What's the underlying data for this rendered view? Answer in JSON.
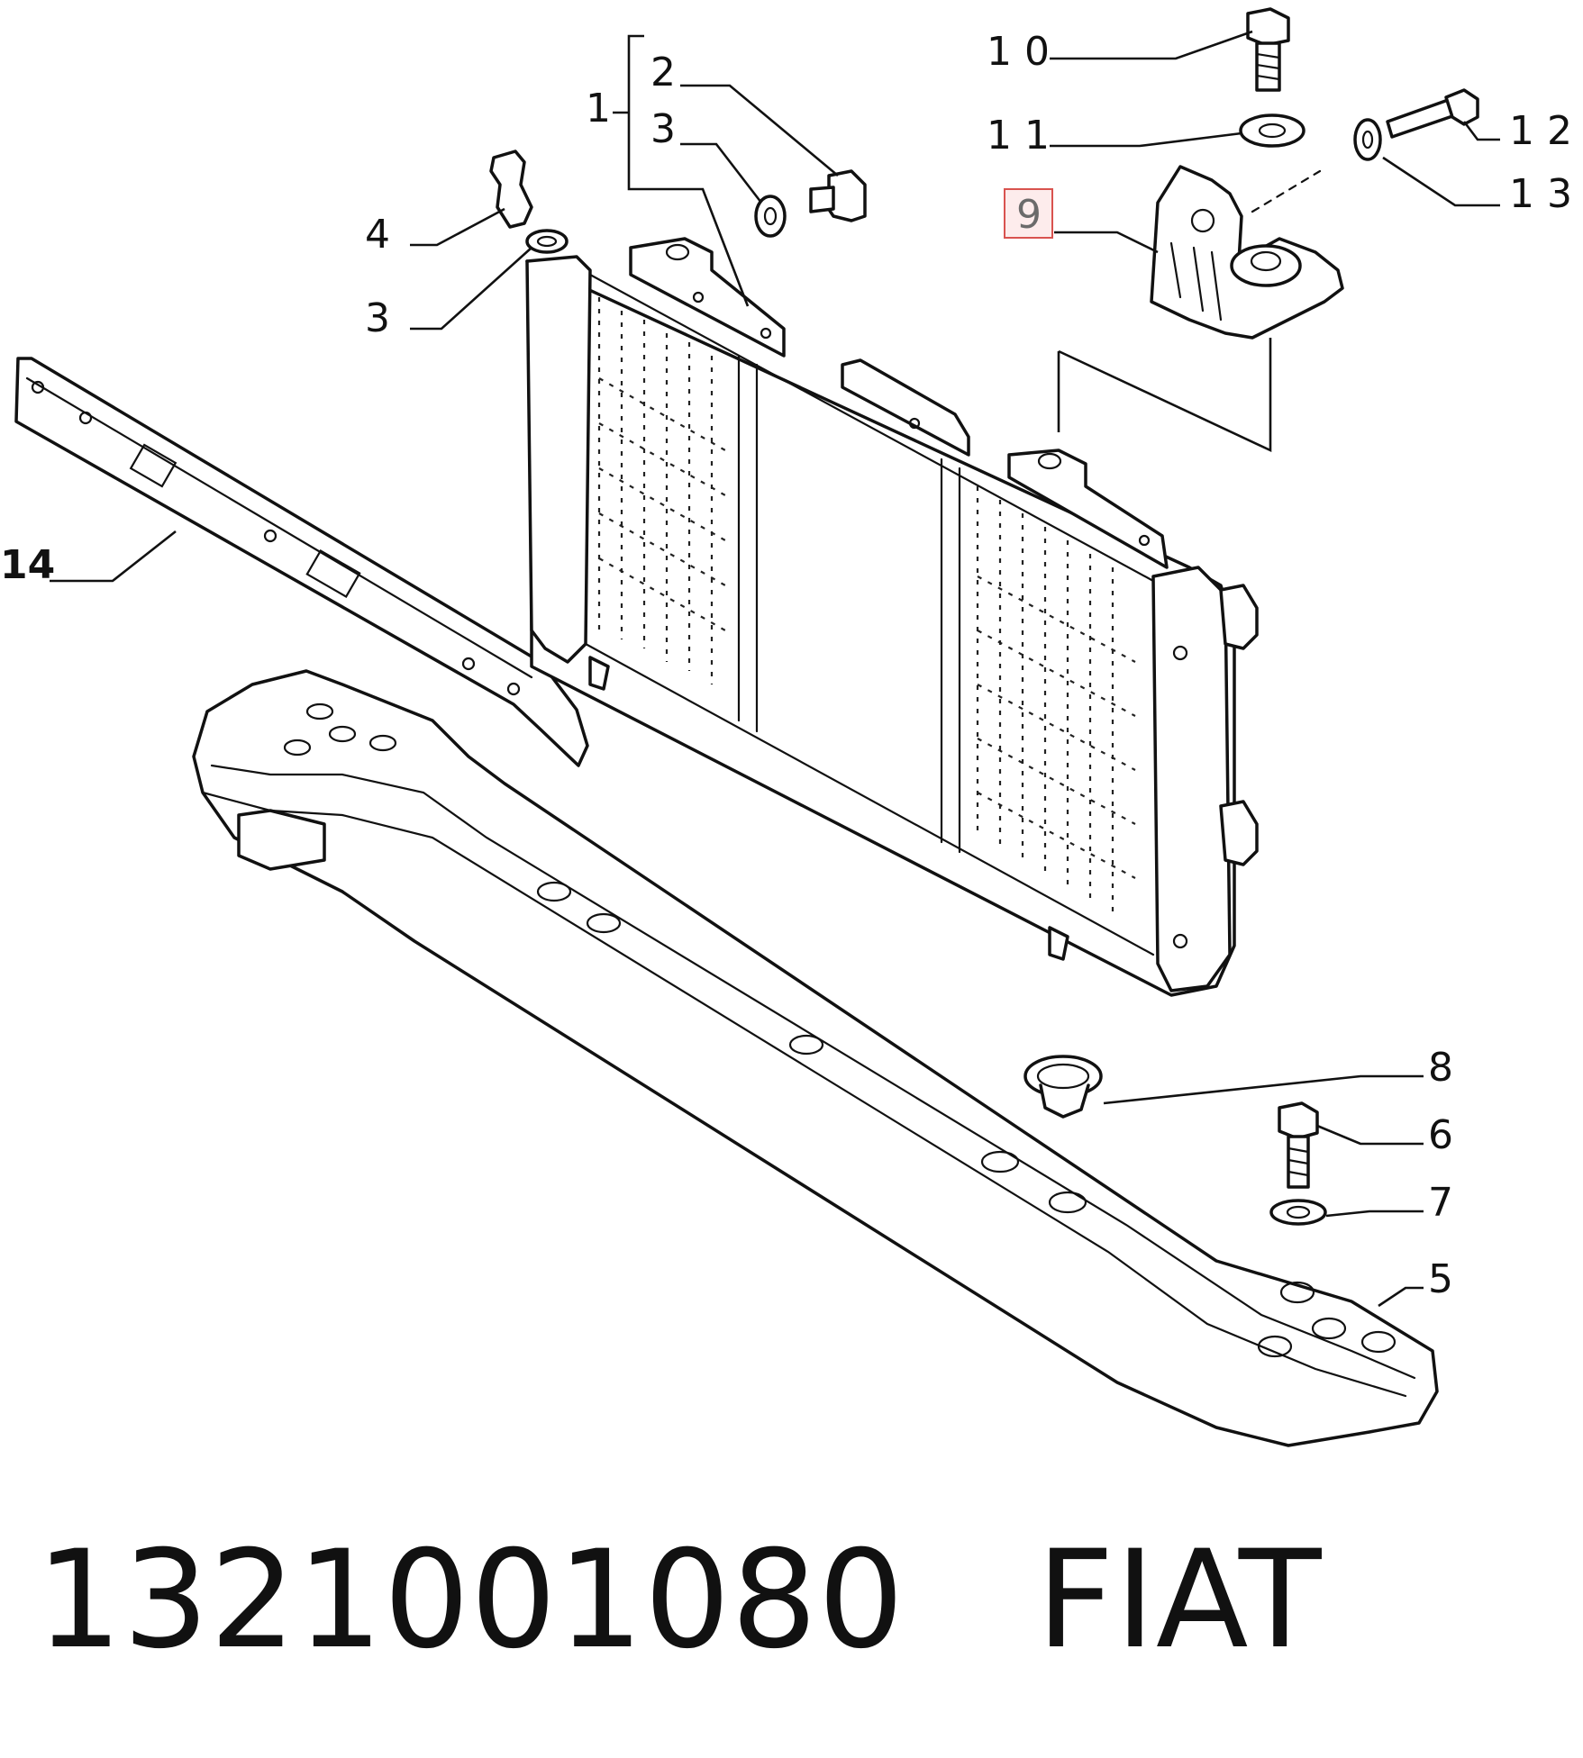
{
  "callouts": {
    "c1": "1",
    "c2": "2",
    "c3a": "3",
    "c4": "4",
    "c3b": "3",
    "c10": "1 0",
    "c11": "1 1",
    "c9": "9",
    "c12": "1 2",
    "c13": "1 3",
    "c14": "14",
    "c8": "8",
    "c6": "6",
    "c7": "7",
    "c5": "5"
  },
  "caption": {
    "part_number": "1321001080",
    "brand": "FIAT"
  },
  "colors": {
    "highlight_border": "#d9534f",
    "highlight_fill": "#fdecec",
    "line": "#111111"
  }
}
